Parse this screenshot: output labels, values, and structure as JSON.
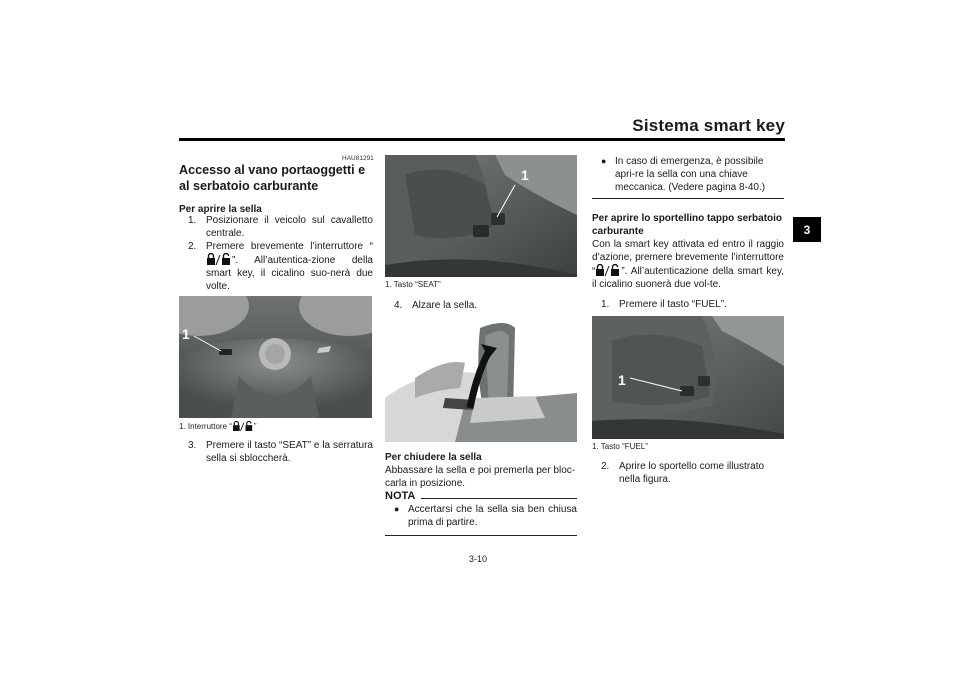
{
  "header": {
    "title": "Sistema smart key",
    "chapter_tab": "3"
  },
  "page_number": "3-10",
  "col1": {
    "code": "HAU81291",
    "title": "Accesso al vano portaoggetti e al serbatoio carburante",
    "subhead": "Per aprire la sella",
    "step1": "Posizionare il veicolo sul cavalletto centrale.",
    "step1_num": "1.",
    "step2_a": "Premere brevemente l’interruttore “",
    "step2_b": "”. All’autentica-zione della smart key, il cicalino suo-nerà due volte.",
    "step2_num": "2.",
    "fig_label": "1",
    "caption_a": "1. Interruttore “",
    "caption_b": "”",
    "step3": "Premere il tasto “SEAT” e la serratura sella si sbloccherà.",
    "step3_num": "3."
  },
  "col2": {
    "fig_label": "1",
    "caption": "1. Tasto “SEAT”",
    "step4": "Alzare la sella.",
    "step4_num": "4.",
    "subhead": "Per chiudere la sella",
    "para": "Abbassare la sella e poi premerla per bloc-carla in posizione.",
    "nota": "NOTA",
    "bullet": "Accertarsi che la sella sia ben chiusa prima di partire."
  },
  "col3": {
    "bullet": "In caso di emergenza, è possibile apri-re la sella con una chiave meccanica. (Vedere pagina 8-40.)",
    "subhead": "Per aprire lo sportellino tappo serbatoio carburante",
    "para_a": "Con la smart key attivata ed entro il raggio d’azione, premere brevemente l’interruttore “",
    "para_b": "”. All’autenticazione della smart key, il cicalino suonerà due vol-te.",
    "step1": "Premere il tasto “FUEL”.",
    "step1_num": "1.",
    "fig_label": "1",
    "caption": "1. Tasto “FUEL”",
    "step2": "Aprire lo sportello come illustrato nella figura.",
    "step2_num": "2."
  },
  "icons": {
    "bullet": "●",
    "lock": "lock-unlock-icon"
  }
}
